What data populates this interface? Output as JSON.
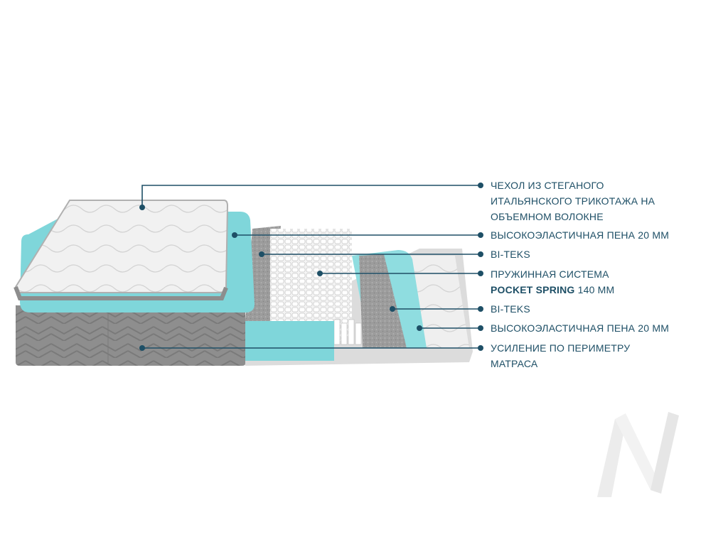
{
  "layers": [
    {
      "id": "cover",
      "lines": [
        "ЧЕХОЛ ИЗ СТЕГАНОГО",
        "ИТАЛЬЯНСКОГО ТРИКОТАЖА НА",
        "ОБЪЕМНОМ ВОЛОКНЕ"
      ]
    },
    {
      "id": "foam-top",
      "lines": [
        "ВЫСОКОЭЛАСТИЧНАЯ ПЕНА 20 ММ"
      ]
    },
    {
      "id": "biteks-top",
      "lines": [
        "BI-TEKS"
      ]
    },
    {
      "id": "springs",
      "lines": [
        "ПРУЖИННАЯ СИСТЕМА"
      ],
      "bold": "POCKET SPRING",
      "suffix": " 140 ММ"
    },
    {
      "id": "biteks-bottom",
      "lines": [
        "BI-TEKS"
      ]
    },
    {
      "id": "foam-bottom",
      "lines": [
        "ВЫСОКОЭЛАСТИЧНАЯ ПЕНА 20 ММ"
      ]
    },
    {
      "id": "perimeter",
      "lines": [
        "УСИЛЕНИЕ ПО ПЕРИМЕТРУ",
        "МАТРАСА"
      ]
    }
  ],
  "colors": {
    "leader": "#1e4f66",
    "label_text": "#1e4f66",
    "foam": "#7fd6da",
    "felt": "#9a9a9a",
    "cover": "#eeeeee",
    "base": "#8d8d8d"
  },
  "icons": {
    "watermark": "logo-watermark-icon"
  }
}
